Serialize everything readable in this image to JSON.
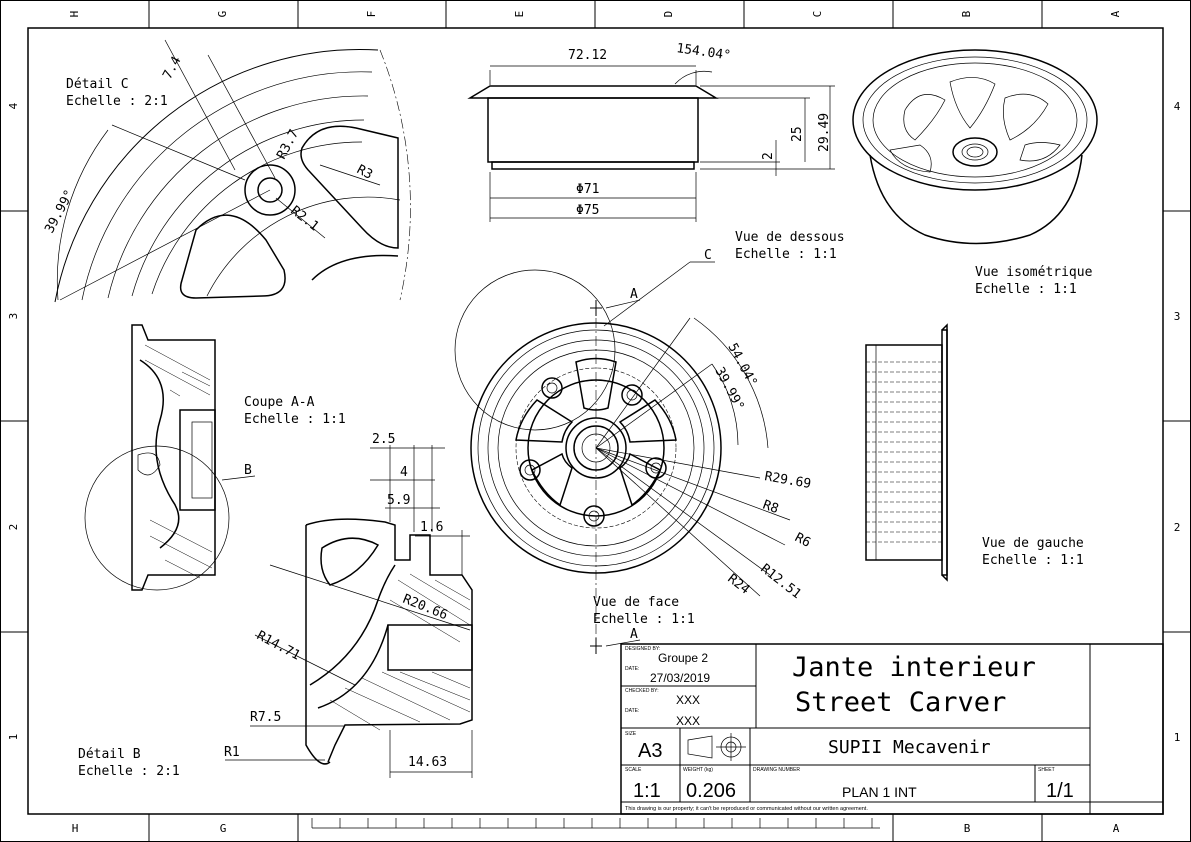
{
  "grid": {
    "top_letters": [
      "H",
      "G",
      "F",
      "E",
      "D",
      "C",
      "B",
      "A"
    ],
    "bottom_letters": [
      "H",
      "G",
      "B",
      "A"
    ],
    "side_numbers": [
      "4",
      "3",
      "2",
      "1"
    ]
  },
  "views": {
    "detail_c": {
      "title": "Détail C",
      "scale": "Echelle :  2:1",
      "callout": "C"
    },
    "dessous": {
      "title": "Vue de dessous",
      "scale": "Echelle :  1:1"
    },
    "iso": {
      "title": "Vue isométrique",
      "scale": "Echelle :  1:1"
    },
    "coupe": {
      "title": "Coupe A-A",
      "scale": "Echelle :  1:1",
      "callout": "B"
    },
    "face": {
      "title": "Vue de face",
      "scale": "Echelle :  1:1",
      "section_mark": "A"
    },
    "gauche": {
      "title": "Vue de gauche",
      "scale": "Echelle :  1:1"
    },
    "detail_b": {
      "title": "Détail B",
      "scale": "Echelle :  2:1"
    }
  },
  "dims": {
    "c_74": "7.4",
    "c_r37": "R3.7",
    "c_r3": "R3",
    "c_r21": "R2.1",
    "c_3999": "39.99°",
    "d_7212": "72.12",
    "d_15404": "154.04°",
    "d_2949": "29.49",
    "d_25": "25",
    "d_2": "2",
    "d_phi71": "Φ71",
    "d_phi75": "Φ75",
    "f_5404": "54.04°",
    "f_3999": "39.99°",
    "f_r2969": "R29.69",
    "f_r8": "R8",
    "f_r6": "R6",
    "f_r1251": "R12.51",
    "f_r24": "R24",
    "b_25": "2.5",
    "b_4": "4",
    "b_59": "5.9",
    "b_16": "1.6",
    "b_r2066": "R20.66",
    "b_r1471": "R14.71",
    "b_r75": "R7.5",
    "b_r1": "R1",
    "b_1463": "14.63"
  },
  "title_block": {
    "designed_by_label": "DESIGNED BY:",
    "designed_by": "Groupe 2",
    "date_label": "DATE:",
    "date": "27/03/2019",
    "checked_by_label": "CHECKED BY:",
    "checked_by": "XXX",
    "date2_label": "DATE:",
    "date2": "XXX",
    "title_line1": "Jante interieur",
    "title_line2": "Street Carver",
    "company": "SUPII Mecavenir",
    "size_label": "SIZE",
    "size": "A3",
    "scale_label": "SCALE",
    "scale": "1:1",
    "weight_label": "WEIGHT (kg)",
    "weight": "0.206",
    "drawing_number_label": "DRAWING NUMBER",
    "drawing_number": "PLAN 1 INT",
    "sheet_label": "SHEET",
    "sheet": "1/1",
    "disclaimer": "This drawing is our property; it can't be reproduced or communicated without our written agreement."
  }
}
